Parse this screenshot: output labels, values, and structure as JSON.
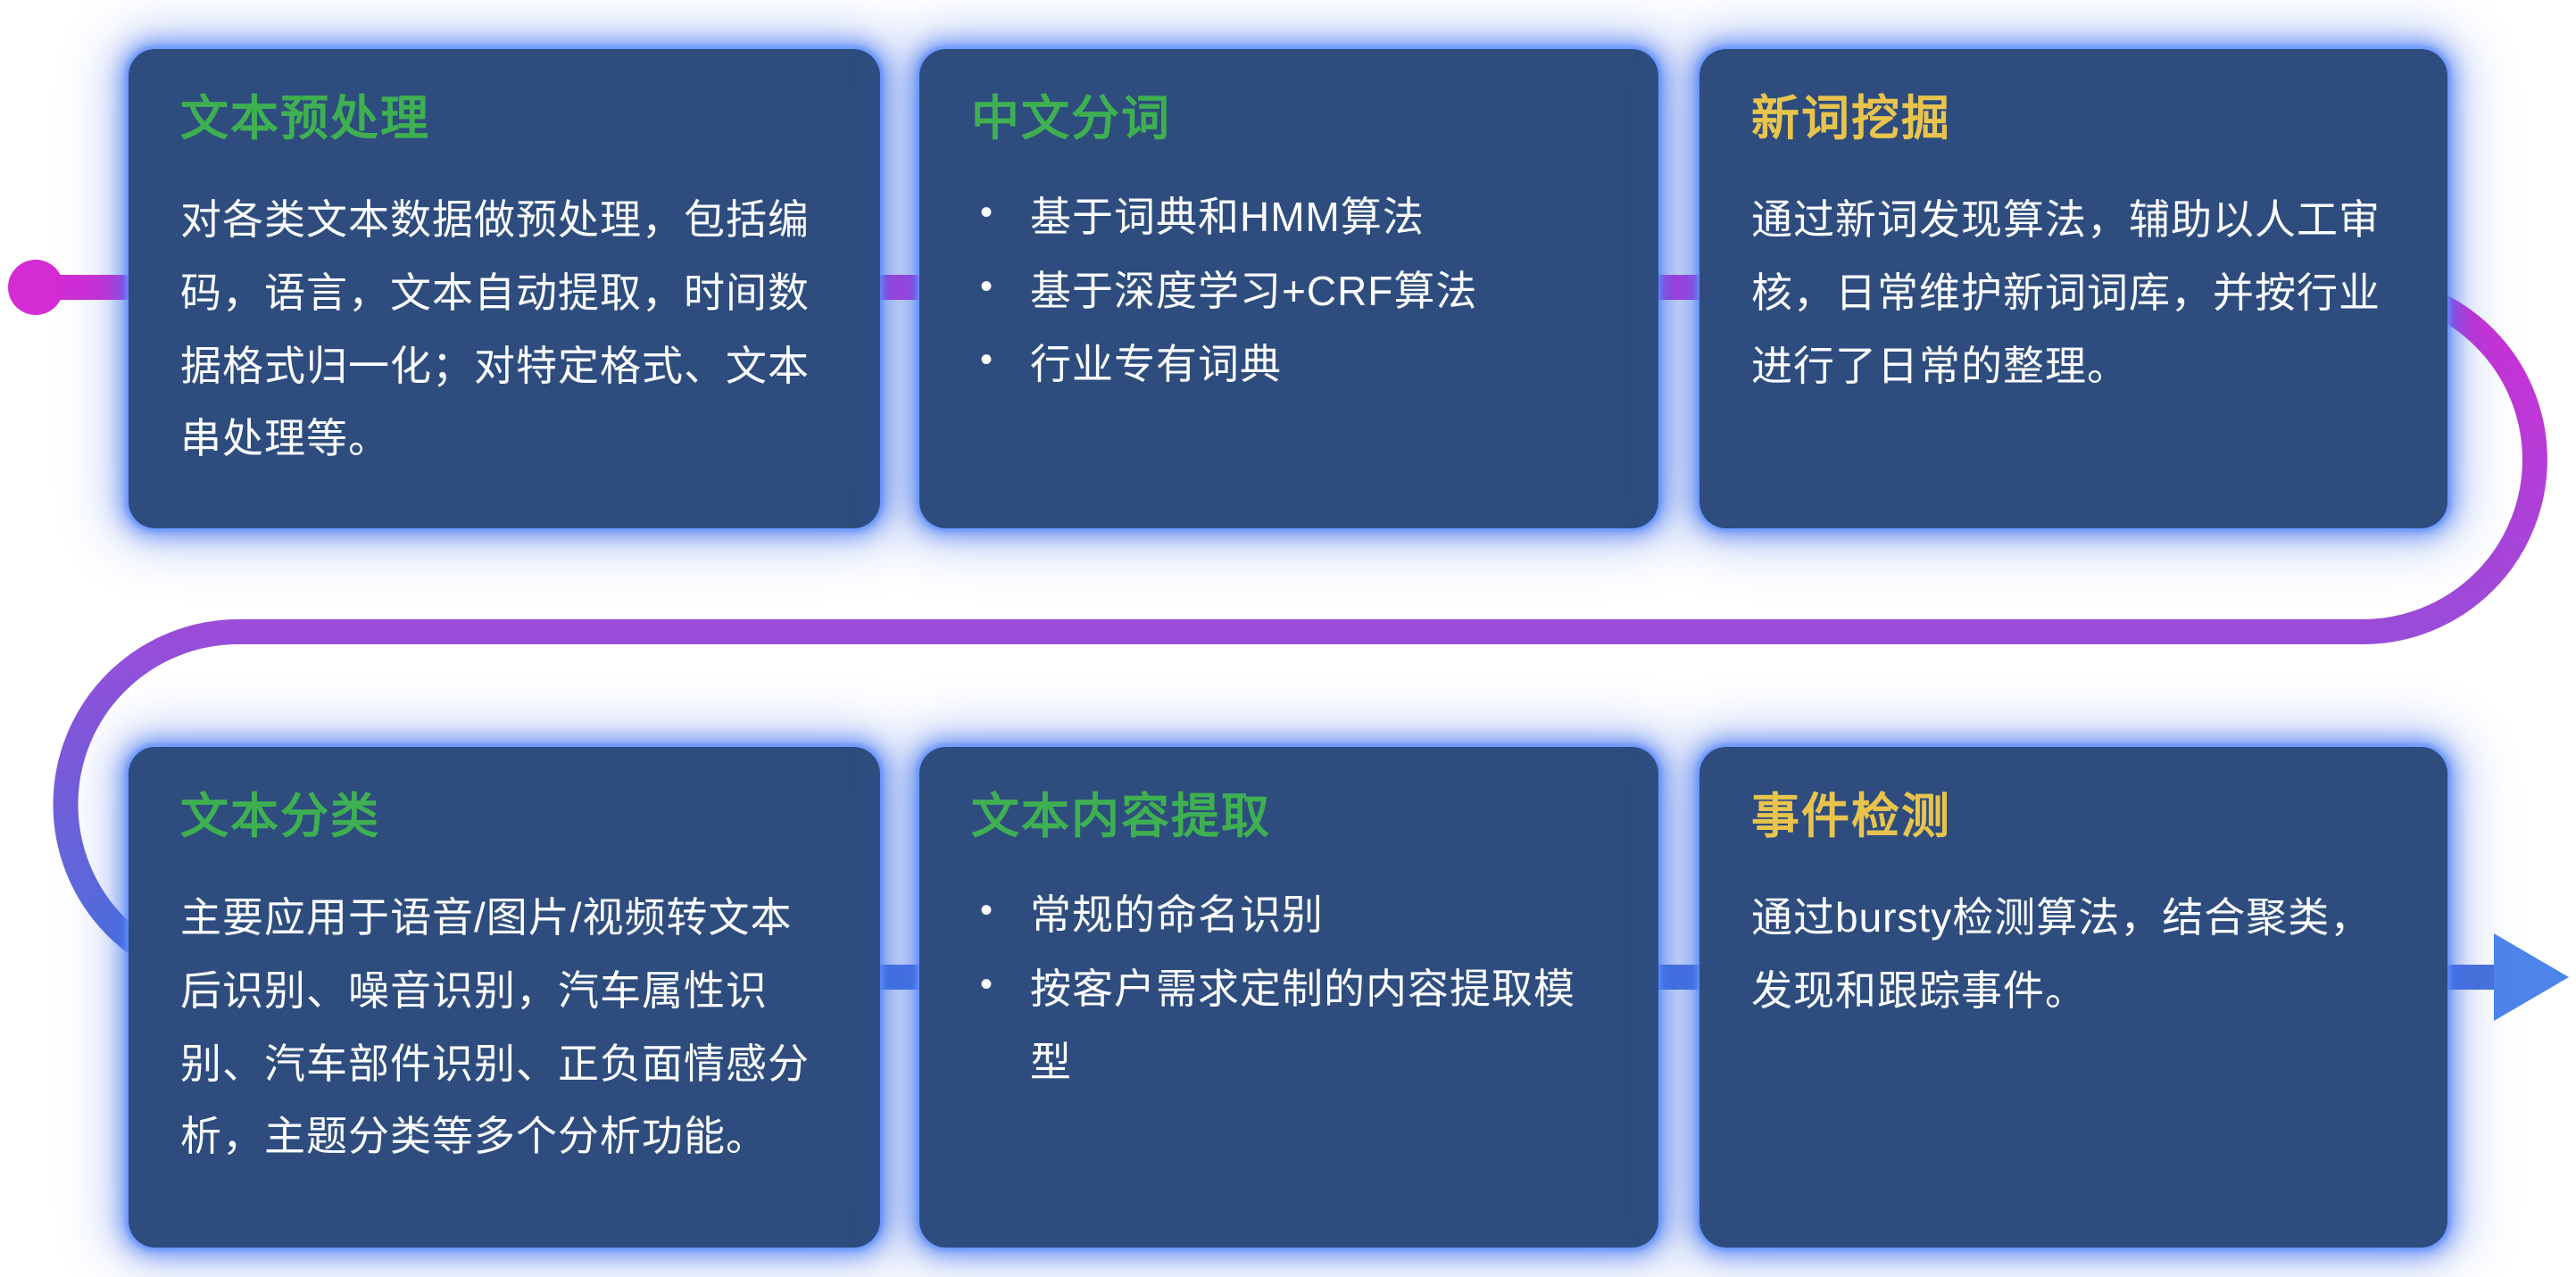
{
  "flow": {
    "start_dot_icon": "circle-dot",
    "arrow_icon": "arrow-right",
    "gradient": {
      "start": "#d42bd4",
      "middle": "#9a4cd9",
      "end": "#4673da"
    },
    "start_dot_color": "#d42bd4",
    "arrow_color": "#4e84ea"
  },
  "style": {
    "card_background": "#2e4d7e",
    "card_glow": "#4676f0",
    "title_green": "#3eb051",
    "title_yellow": "#e9c44d",
    "body_text": "#fcfdff"
  },
  "cards": [
    {
      "title": "文本预处理",
      "body": "对各类文本数据做预处理，包括编码，语言，文本自动提取，时间数据格式归一化；对特定格式、文本串处理等。"
    },
    {
      "title": "中文分词",
      "bullets": [
        "基于词典和HMM算法",
        "基于深度学习+CRF算法",
        "行业专有词典"
      ]
    },
    {
      "title": "新词挖掘",
      "body": "通过新词发现算法，辅助以人工审核，日常维护新词词库，并按行业进行了日常的整理。"
    },
    {
      "title": "文本分类",
      "body": "主要应用于语音/图片/视频转文本后识别、噪音识别，汽车属性识别、汽车部件识别、正负面情感分析，主题分类等多个分析功能。"
    },
    {
      "title": "文本内容提取",
      "bullets": [
        "常规的命名识别",
        "按客户需求定制的内容提取模型"
      ]
    },
    {
      "title": "事件检测",
      "body": "通过bursty检测算法，结合聚类，发现和跟踪事件。"
    }
  ]
}
